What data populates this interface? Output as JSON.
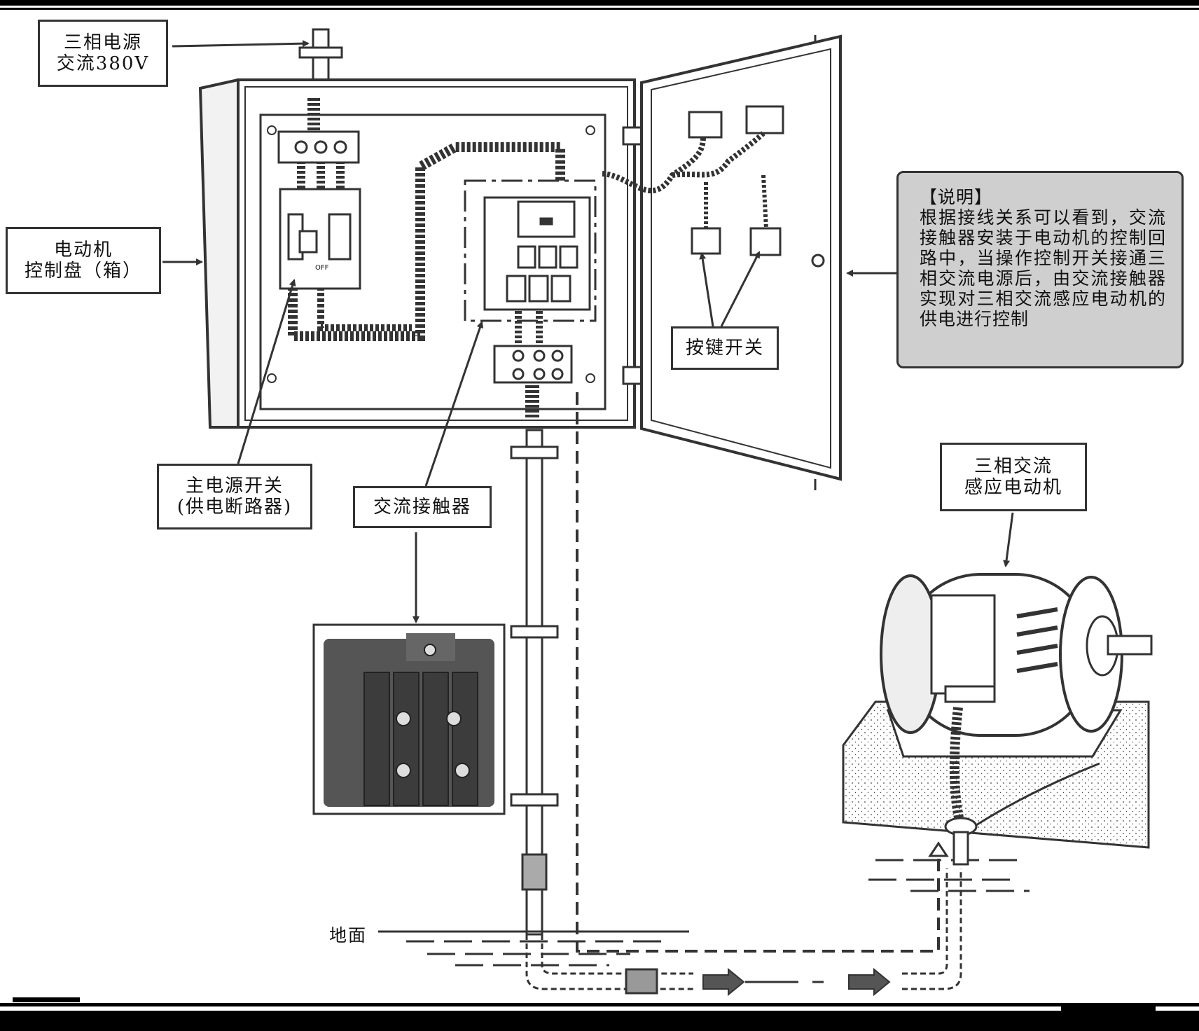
{
  "labels": {
    "power_source": {
      "line1": "三相电源",
      "line2": "交流380V"
    },
    "control_box": {
      "line1": "电动机",
      "line2": "控制盘（箱）"
    },
    "main_switch": {
      "line1": "主电源开关",
      "line2": "(供电断路器)"
    },
    "contactor": "交流接触器",
    "push_button": "按键开关",
    "motor": {
      "line1": "三相交流",
      "line2": "感应电动机"
    },
    "ground": "地面"
  },
  "note": {
    "title": "【说明】",
    "body": "根据接线关系可以看到，交流接触器安装于电动机的控制回路中，当操作控制开关接通三相交流电源后，由交流接触器实现对三相交流感应电动机的供电进行控制"
  },
  "breaker_marking": "OFF",
  "colors": {
    "line": "#333333",
    "note_bg": "#cfcfcf",
    "photo_body": "#555555"
  }
}
